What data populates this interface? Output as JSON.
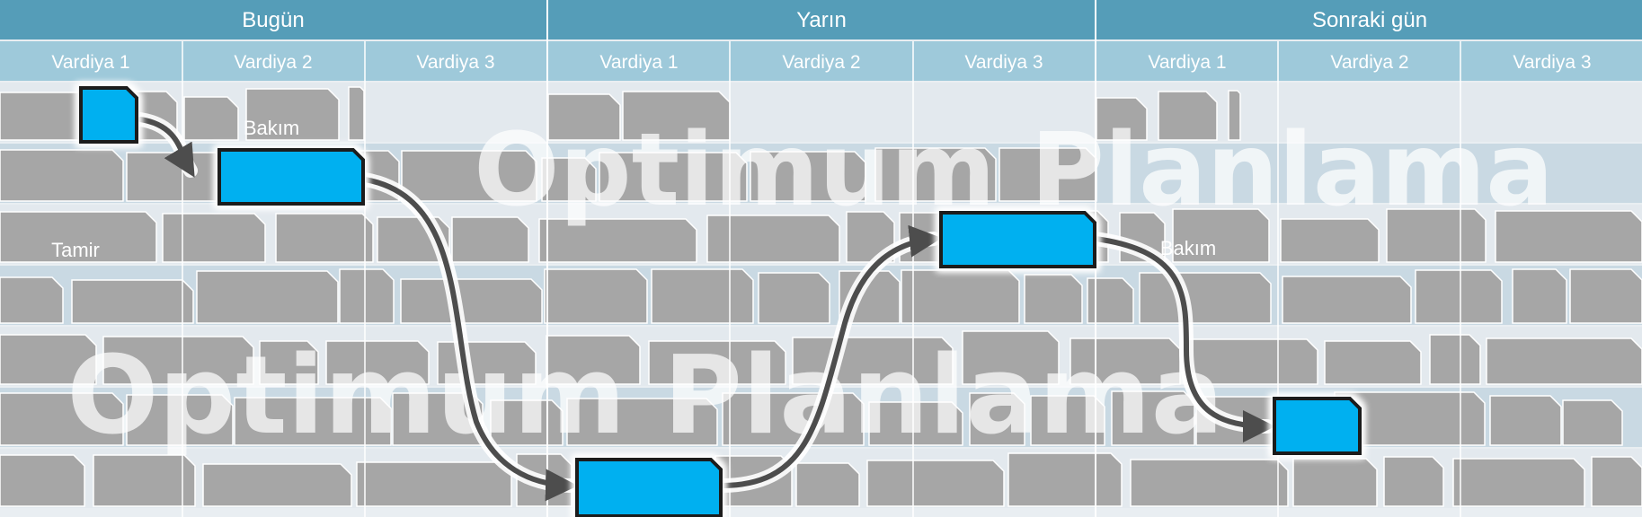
{
  "days": [
    "Bugün",
    "Yarın",
    "Sonraki gün"
  ],
  "shift_label": "Vardiya",
  "shifts": [
    "Vardiya 1",
    "Vardiya 2",
    "Vardiya 3",
    "Vardiya 1",
    "Vardiya 2",
    "Vardiya 3",
    "Vardiya 1",
    "Vardiya 2",
    "Vardiya 3"
  ],
  "labels": {
    "maintenance_1": "Bakım",
    "repair": "Tamir",
    "maintenance_2": "Bakım"
  },
  "watermark": "Optimum Planlama",
  "colors": {
    "day_header": "#559db8",
    "shift_header": "#9ec9da",
    "row_light": "#e3e9ee",
    "row_dark": "#c9d9e3",
    "task_block": "#a6a6a6",
    "highlight_block": "#00b0f0",
    "arrow": "#4d4d4d"
  }
}
